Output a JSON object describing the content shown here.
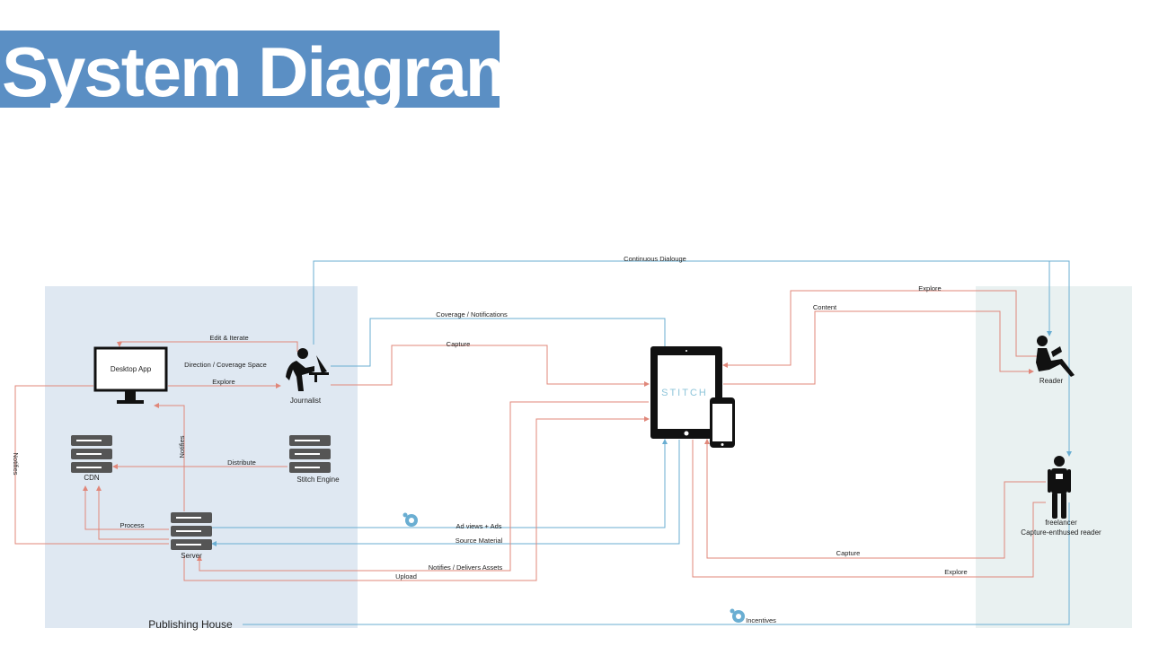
{
  "title": "System Diagram",
  "colors": {
    "title_bg": "#5b8fc4",
    "publisher_zone": "#dfe8f2",
    "reader_zone": "#e9f1f1",
    "blue_line": "#6aaed2",
    "red_line": "#e0877a",
    "icon": "#111111",
    "server_icon": "#555555",
    "stitch_text": "#8ec5da"
  },
  "zones": {
    "publisher": "Publishing House"
  },
  "nodes": {
    "desktop_app": "Desktop App",
    "journalist": "Journalist",
    "cdn": "CDN",
    "stitch_engine": "Stitch Engine",
    "server": "Server",
    "tablet_brand": "STITCH",
    "reader": "Reader",
    "freelancer": "freelancer",
    "freelancer_sub": "Capture-enthused reader"
  },
  "edges": {
    "continuous_dialogue": "Continuous Dialouge",
    "coverage_notifications": "Coverage / Notifications",
    "capture_top": "Capture",
    "edit_iterate": "Edit & Iterate",
    "direction_coverage": "Direction / Coverage Space",
    "explore_desktop": "Explore",
    "notifies_left": "Notifies",
    "notifies_vertical": "Notifies",
    "distribute": "Distribute",
    "process": "Process",
    "ad_views": "Ad views + Ads",
    "source_material": "Source Material",
    "notifies_delivers": "Notifies / Delivers Assets",
    "upload": "Upload",
    "explore_reader": "Explore",
    "content": "Content",
    "capture_freelancer": "Capture",
    "explore_freelancer": "Explore",
    "incentives": "Incentives"
  }
}
